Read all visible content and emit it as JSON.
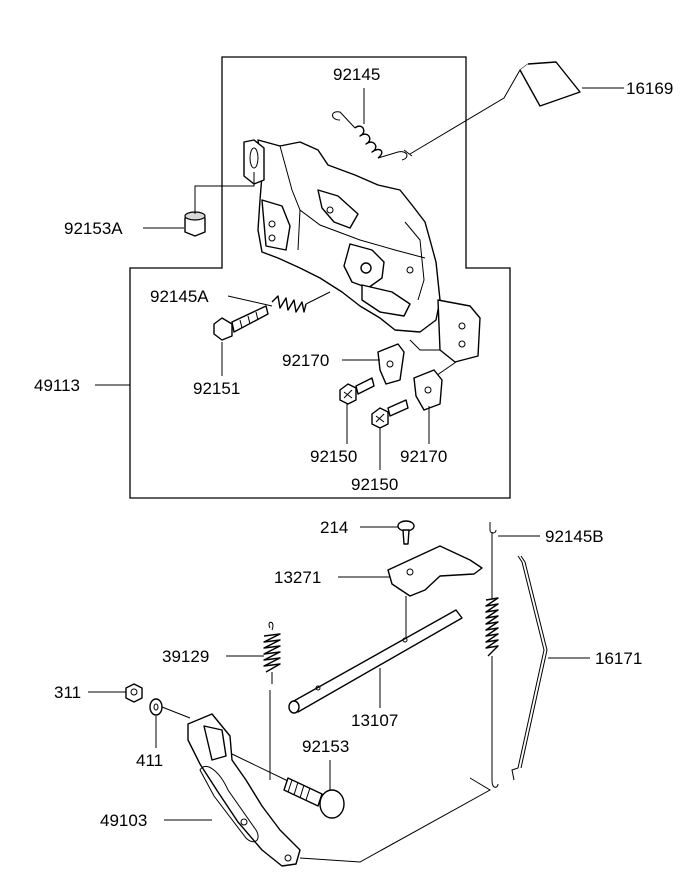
{
  "labels": {
    "p16169": "16169",
    "p92145": "92145",
    "p92153A": "92153A",
    "p92145A": "92145A",
    "p92151": "92151",
    "p92170_a": "92170",
    "p92150_a": "92150",
    "p92170_b": "92170",
    "p92150_b": "92150",
    "p49113": "49113",
    "p214": "214",
    "p92145B": "92145B",
    "p13271": "13271",
    "p39129": "39129",
    "p16171": "16171",
    "p311": "311",
    "p13107": "13107",
    "p92153": "92153",
    "p411": "411",
    "p49103": "49103"
  }
}
